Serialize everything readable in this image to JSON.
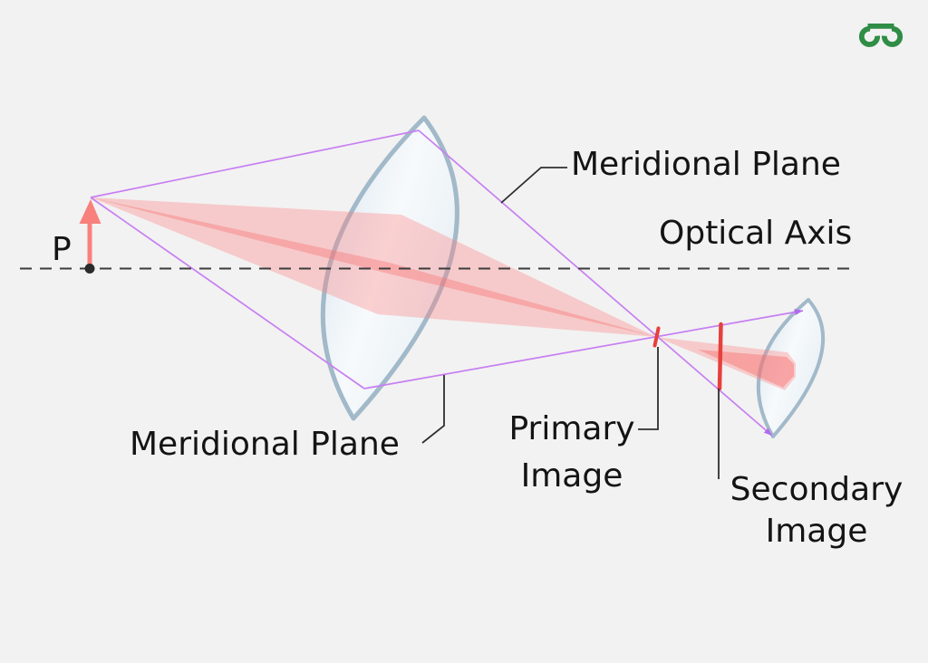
{
  "logo": {
    "name": "geeksforgeeks-logo",
    "color": "#2f8d46"
  },
  "labels": {
    "point": "P",
    "optical_axis": "Optical Axis",
    "meridional_plane_top": "Meridional Plane",
    "meridional_plane_bottom": "Meridional Plane",
    "primary_image": {
      "line1": "Primary",
      "line2": "Image"
    },
    "secondary_image": {
      "line1": "Secondary",
      "line2": "Image"
    }
  },
  "colors": {
    "background": "#f2f2f2",
    "text": "#141414",
    "axis_line": "#3c3c3c",
    "leader_line": "#2f2f2f",
    "plane_outline": "#c77ff2",
    "plane_arrowhead": "#b06cf0",
    "ray_fan": "rgba(255,128,128,0.35)",
    "ray_stripe": "rgba(250,110,110,0.38)",
    "post_fan": "rgba(255,128,128,0.35)",
    "post_fan_dark": "rgba(248,105,105,0.42)",
    "object_arrow": "#f8817d",
    "object_dot": "#2b2b2b",
    "image_mark": "#e6403d",
    "lens_stroke": "#a2b9c9"
  }
}
